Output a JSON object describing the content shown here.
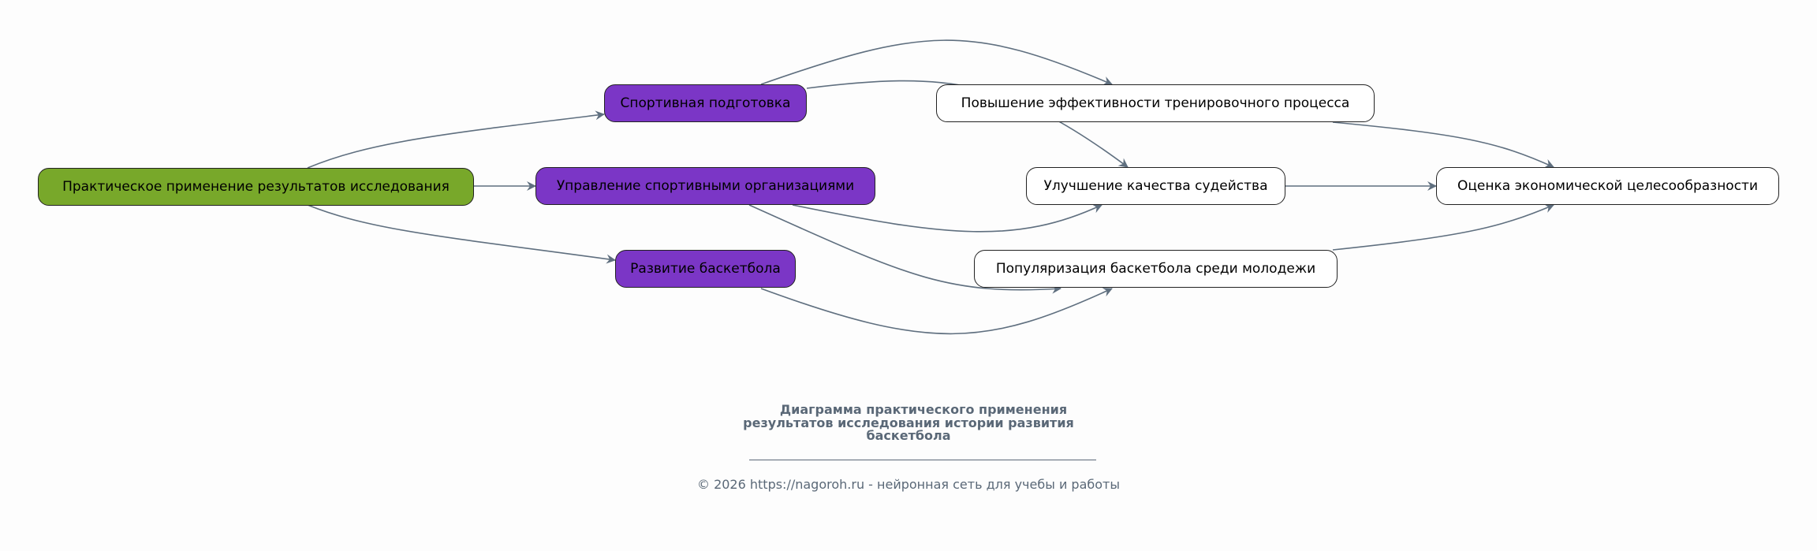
{
  "colors": {
    "root": "#78a82a",
    "branch": "#7b36c6",
    "leaf": "#ffffff",
    "edge": "#5f6f7f"
  },
  "nodes": {
    "root": "Практическое применение результатов исследования",
    "sport": "Спортивная подготовка",
    "management": "Управление спортивными организациями",
    "development": "Развитие баскетбола",
    "efficiency": "Повышение эффективности тренировочного процесса",
    "refereeing": "Улучшение качества судейства",
    "popularization": "Популяризация баскетбола среди молодежи",
    "economics": "Оценка экономической целесообразности"
  },
  "edges": [
    [
      "root",
      "sport"
    ],
    [
      "root",
      "management"
    ],
    [
      "root",
      "development"
    ],
    [
      "sport",
      "efficiency"
    ],
    [
      "sport",
      "refereeing"
    ],
    [
      "management",
      "refereeing"
    ],
    [
      "management",
      "popularization"
    ],
    [
      "development",
      "popularization"
    ],
    [
      "efficiency",
      "economics"
    ],
    [
      "refereeing",
      "economics"
    ],
    [
      "popularization",
      "economics"
    ]
  ],
  "title": {
    "line1": "Диаграмма практического применения",
    "line2": "результатов исследования истории развития",
    "line3": "баскетбола"
  },
  "footer": "© 2026 https://nagoroh.ru - нейронная сеть для учебы и работы"
}
